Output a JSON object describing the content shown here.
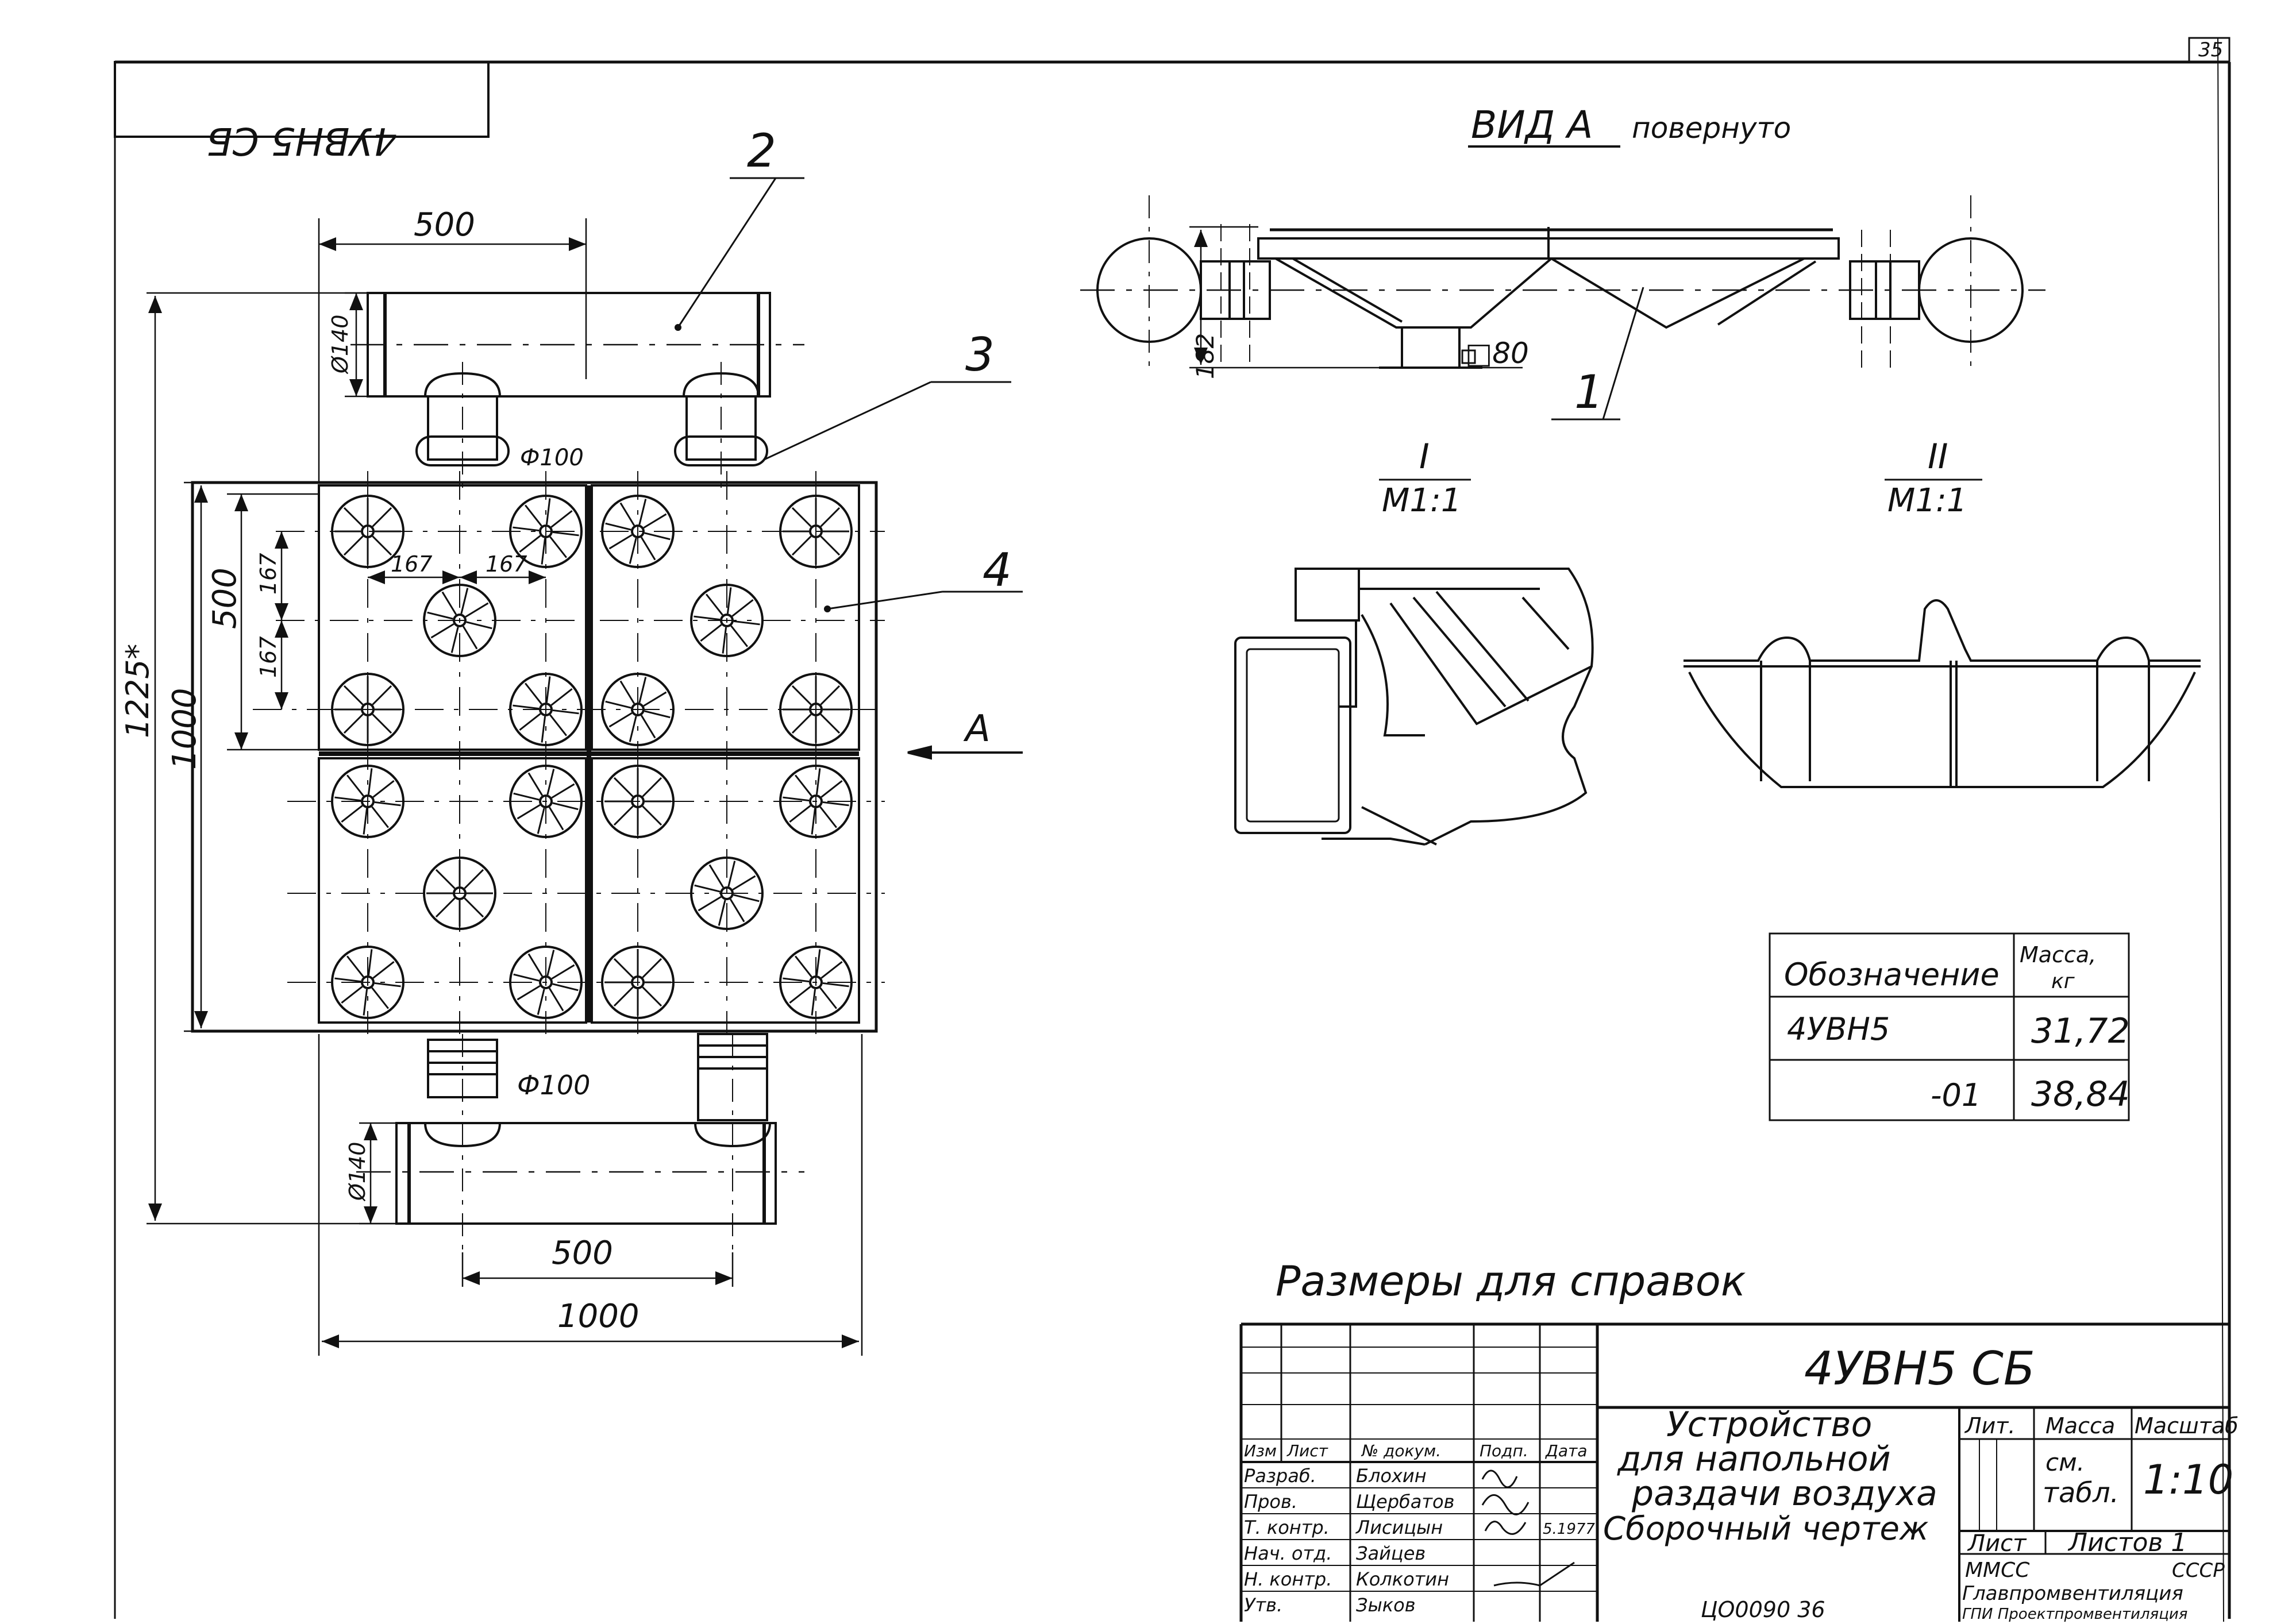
{
  "sheet": {
    "page_number": "35",
    "stamp_code": "4УВН5 СБ",
    "bottom_archive": "ЦО0090  36"
  },
  "plan_view": {
    "dim_top_500": "500",
    "dim_pipe_dia_top": "Ø140",
    "dim_nozzle_top": "Ф100",
    "dim_left_500": "500",
    "dim_167_a": "167",
    "dim_167_b": "167",
    "dim_167_c": "167",
    "dim_167_d": "167",
    "dim_left_1000": "1000",
    "dim_outer_left": "1225*",
    "dim_nozzle_bottom": "Ф100",
    "dim_pipe_dia_bottom": "Ø140",
    "dim_bottom_500": "500",
    "dim_bottom_1000": "1000",
    "section_arrow": "А"
  },
  "callouts": {
    "c1": "1",
    "c2": "2",
    "c3": "3",
    "c4": "4"
  },
  "view_a": {
    "title": "ВИД А",
    "subtitle": "повернуто",
    "dim_height": "182",
    "dim_square": "□80"
  },
  "details": {
    "d1_roman": "I",
    "d1_scale": "М1:1",
    "d2_roman": "II",
    "d2_scale": "М1:1"
  },
  "mass_table": {
    "header_designation": "Обозначение",
    "header_mass": "Масса,",
    "header_unit": "кг",
    "rows": [
      {
        "designation": "4УВН5",
        "mass": "31,72"
      },
      {
        "designation": "-01",
        "mass": "38,84"
      }
    ]
  },
  "reference_note": "Размеры для справок",
  "title_block": {
    "code": "4УВН5 СБ",
    "name_line1": "Устройство",
    "name_line2": "для напольной",
    "name_line3": "раздачи воздуха",
    "name_line4": "Сборочный чертеж",
    "col_lit": "Лит.",
    "col_mass": "Масса",
    "col_scale": "Масштаб",
    "mass_value_1": "см.",
    "mass_value_2": "табл.",
    "scale_value": "1:10",
    "sheet_label": "Лист",
    "sheets_label": "Листов 1",
    "org_line1": "ММСС",
    "org_line1b": "СССР",
    "org_line2": "Главпромвентиляция",
    "org_line3": "ГПИ Проектпромвентиляция",
    "hdr_izm": "Изм",
    "hdr_list": "Лист",
    "hdr_doc": "№ докум.",
    "hdr_sign": "Подп.",
    "hdr_date": "Дата",
    "roles": [
      "Разраб.",
      "Пров.",
      "Т. контр.",
      "Нач. отд.",
      "Н. контр.",
      "Утв."
    ],
    "names": [
      "Блохин",
      "Щербатов",
      "Лисицын",
      "Зайцев",
      "Колкотин",
      "Зыков"
    ],
    "date_value": "5.1977"
  }
}
